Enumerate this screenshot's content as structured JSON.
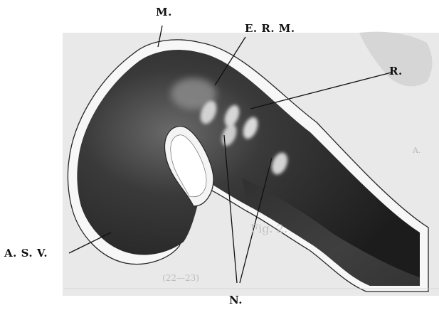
{
  "figure": {
    "labels": {
      "m": "M.",
      "erm": "E. R. M.",
      "r": "R.",
      "asv": "A. S. V.",
      "n": "N."
    },
    "background_text": {
      "a": "A.",
      "fig": "Fig. 2.",
      "caption": "(22—23)"
    }
  }
}
